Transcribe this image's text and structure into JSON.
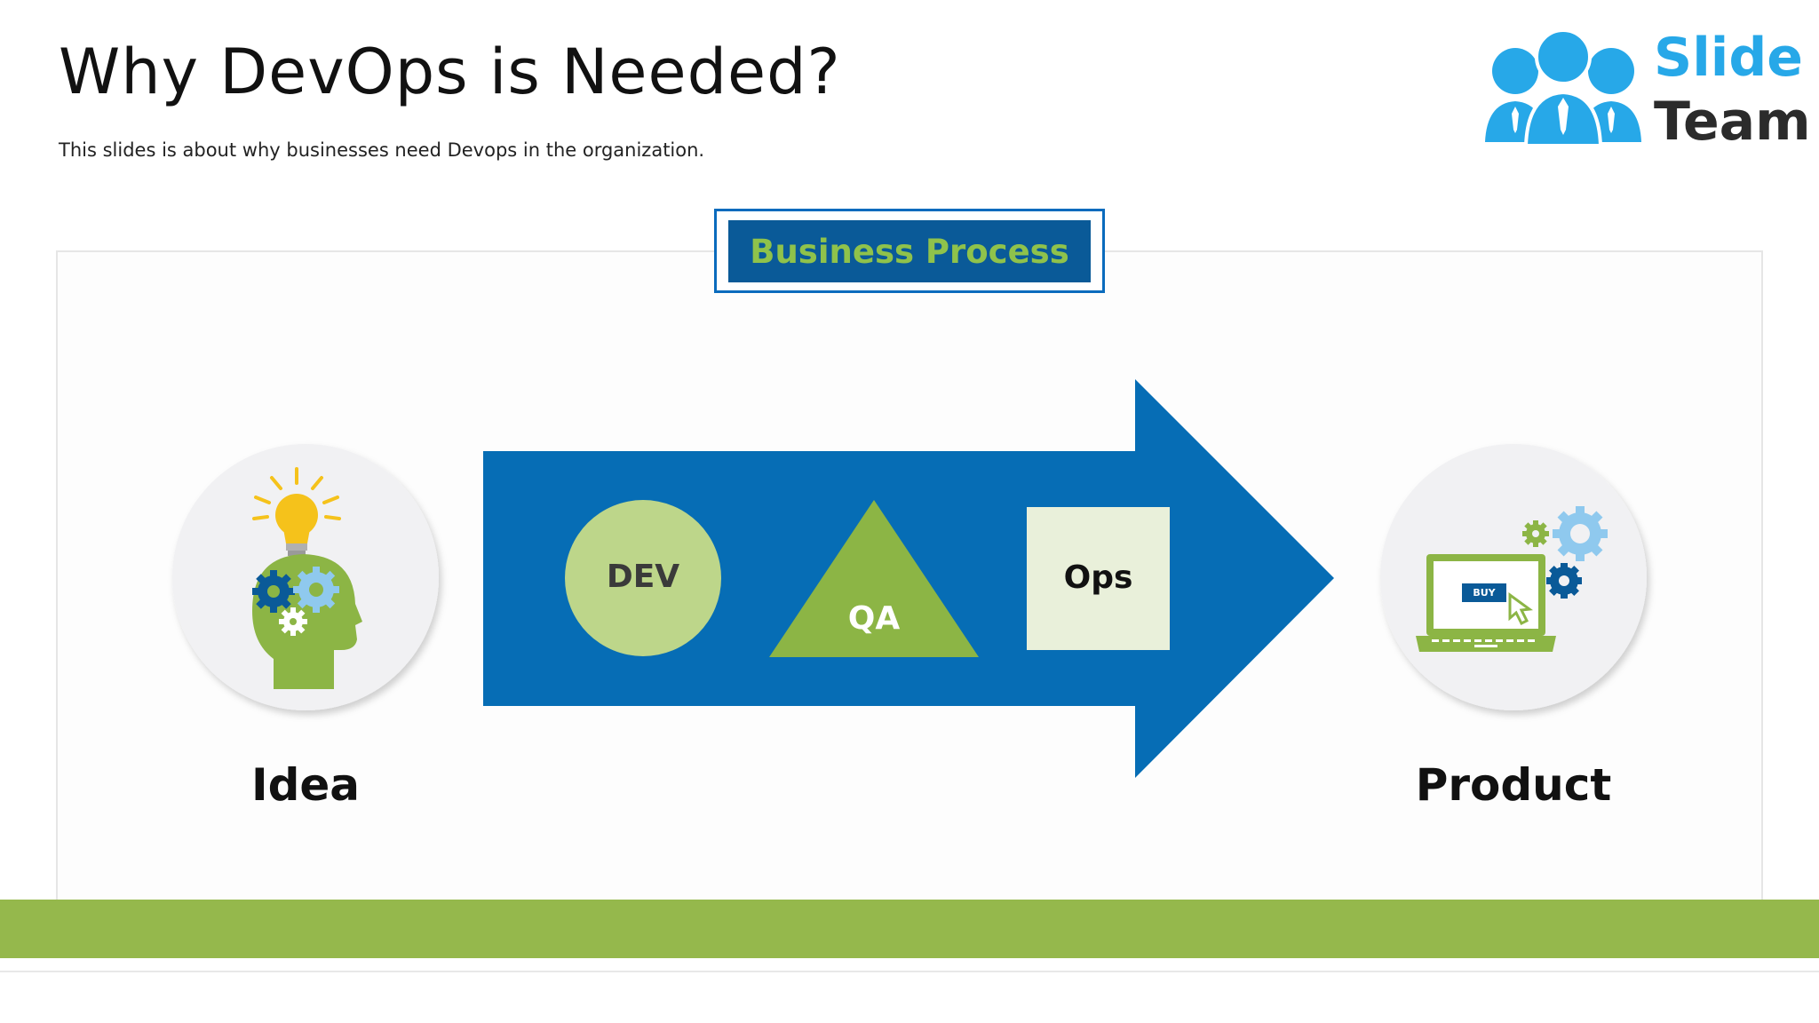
{
  "header": {
    "title": "Why DevOps is Needed?",
    "subtitle": "This slides is about why businesses need Devops in the organization."
  },
  "logo": {
    "line1": "Slide",
    "line2": "Team",
    "icon": "people-icon"
  },
  "diagram": {
    "banner": "Business Process",
    "start": {
      "label": "Idea",
      "icon": "head-with-lightbulb-and-gears-icon"
    },
    "end": {
      "label": "Product",
      "icon": "laptop-buy-with-gears-icon",
      "button_text": "BUY"
    },
    "steps": [
      {
        "label": "DEV",
        "shape": "circle"
      },
      {
        "label": "QA",
        "shape": "triangle"
      },
      {
        "label": "Ops",
        "shape": "square"
      }
    ]
  },
  "colors": {
    "arrow": "#066db5",
    "banner_bg": "#0a5a98",
    "banner_text": "#8fc24b",
    "dev": "#bdd68a",
    "qa": "#8cb545",
    "ops": "#e9f0da",
    "band": "#95b84c",
    "logo_blue": "#27a8e8"
  }
}
